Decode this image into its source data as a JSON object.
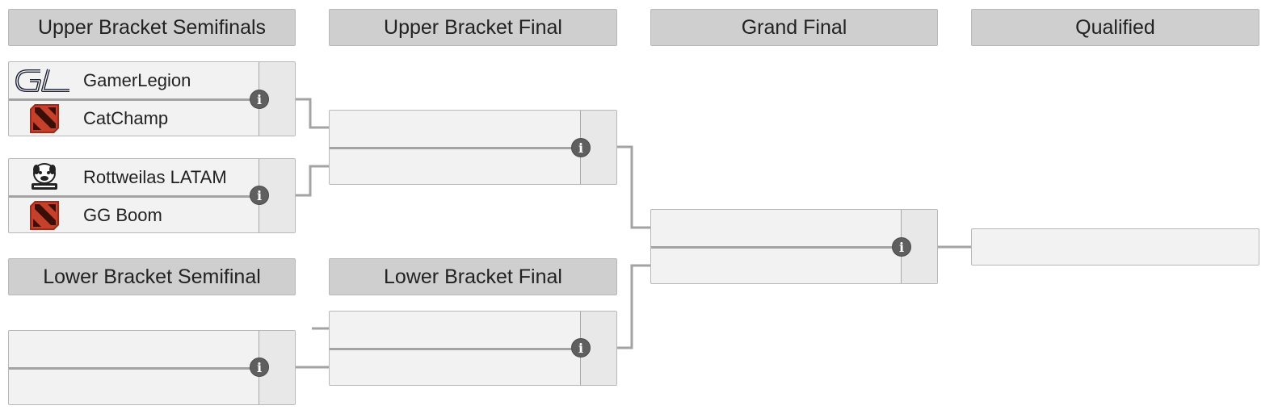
{
  "headers": {
    "ub_semis": "Upper Bracket Semifinals",
    "ub_final": "Upper Bracket Final",
    "grand_final": "Grand Final",
    "qualified": "Qualified",
    "lb_semi": "Lower Bracket Semifinal",
    "lb_final": "Lower Bracket Final"
  },
  "matches": {
    "ub_semi_1": {
      "team1": {
        "name": "GamerLegion",
        "logo": "gamerlegion-logo"
      },
      "team2": {
        "name": "CatChamp",
        "logo": "dota2-logo"
      }
    },
    "ub_semi_2": {
      "team1": {
        "name": "Rottweilas LATAM",
        "logo": "rottweilas-logo"
      },
      "team2": {
        "name": "GG Boom",
        "logo": "dota2-logo"
      }
    },
    "ub_final": {
      "team1": "",
      "team2": ""
    },
    "lb_semi": {
      "team1": "",
      "team2": ""
    },
    "lb_final": {
      "team1": "",
      "team2": ""
    },
    "grand_final": {
      "team1": "",
      "team2": ""
    },
    "qualified": ""
  },
  "icons": {
    "info": "i"
  },
  "colors": {
    "header_bg": "#cfcfcf",
    "match_bg": "#f2f2f2",
    "score_bg": "#e8e8e8",
    "connector": "#a3a3a3",
    "info_bg": "#5f5f5f"
  }
}
